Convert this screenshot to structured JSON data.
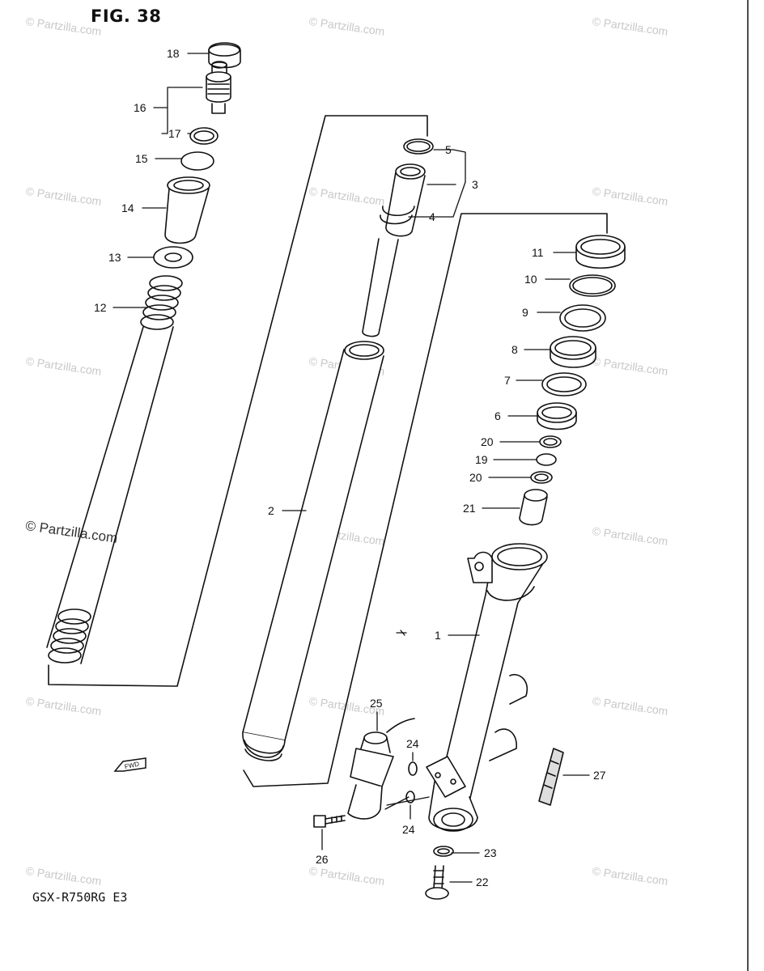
{
  "figure": {
    "title": "FIG. 38",
    "model": "GSX-R750RG  E3"
  },
  "copyright": "© Partzilla.com",
  "watermark": "© Partzilla.com",
  "fwd_label": "FWD",
  "callouts": [
    {
      "id": "18",
      "label": "18"
    },
    {
      "id": "16",
      "label": "16"
    },
    {
      "id": "17",
      "label": "17"
    },
    {
      "id": "15",
      "label": "15"
    },
    {
      "id": "14",
      "label": "14"
    },
    {
      "id": "13",
      "label": "13"
    },
    {
      "id": "12",
      "label": "12"
    },
    {
      "id": "5",
      "label": "5"
    },
    {
      "id": "3",
      "label": "3"
    },
    {
      "id": "4",
      "label": "4"
    },
    {
      "id": "11",
      "label": "11"
    },
    {
      "id": "10",
      "label": "10"
    },
    {
      "id": "9",
      "label": "9"
    },
    {
      "id": "8",
      "label": "8"
    },
    {
      "id": "7",
      "label": "7"
    },
    {
      "id": "6",
      "label": "6"
    },
    {
      "id": "20a",
      "label": "20"
    },
    {
      "id": "19",
      "label": "19"
    },
    {
      "id": "20b",
      "label": "20"
    },
    {
      "id": "21",
      "label": "21"
    },
    {
      "id": "2",
      "label": "2"
    },
    {
      "id": "1",
      "label": "1"
    },
    {
      "id": "25",
      "label": "25"
    },
    {
      "id": "24a",
      "label": "24"
    },
    {
      "id": "24b",
      "label": "24"
    },
    {
      "id": "26",
      "label": "26"
    },
    {
      "id": "27",
      "label": "27"
    },
    {
      "id": "23",
      "label": "23"
    },
    {
      "id": "22",
      "label": "22"
    }
  ]
}
